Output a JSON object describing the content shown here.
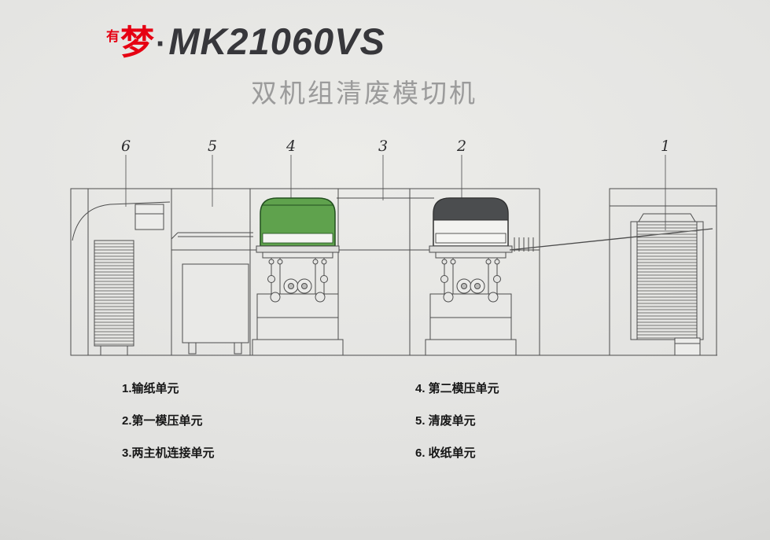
{
  "header": {
    "brand_small": "有",
    "brand_large": "梦",
    "separator": "·",
    "model": "MK21060VS",
    "subtitle": "双机组清废模切机"
  },
  "diagram": {
    "callouts": {
      "n1": "1",
      "n2": "2",
      "n3": "3",
      "n4": "4",
      "n5": "5",
      "n6": "6"
    }
  },
  "legend": {
    "items_left": [
      {
        "text": "1.输纸单元"
      },
      {
        "text": "2.第一模压单元"
      },
      {
        "text": "3.两主机连接单元"
      }
    ],
    "items_right": [
      {
        "text": "4. 第二模压单元"
      },
      {
        "text": "5. 清废单元"
      },
      {
        "text": "6. 收纸单元"
      }
    ]
  },
  "colors": {
    "accent_red": "#e60012",
    "title_dark": "#37373b",
    "subtitle_gray": "#9b9b9b",
    "machine_green": "#5fa24d",
    "machine_green_dark": "#224f1f",
    "machine_dark_band": "#4b4d4f",
    "line": "#4c4c4c"
  }
}
